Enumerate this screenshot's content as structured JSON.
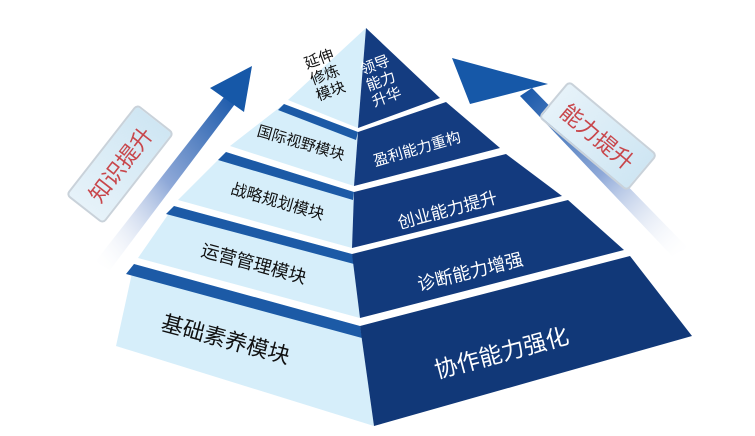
{
  "title": "Knowledge and ability pyramid",
  "colors": {
    "left_face": "#d4ecf8",
    "right_face": "#123a7c",
    "arrow": "#1f5fb0",
    "tag_text": "#c8464b"
  },
  "arrows": {
    "left_label": "知识提升",
    "right_label": "能力提升"
  },
  "tiers": [
    {
      "module_lines": [
        "延伸",
        "修炼",
        "模块"
      ],
      "ability_lines": [
        "领导",
        "能力",
        "升华"
      ]
    },
    {
      "module": "国际视野模块",
      "ability": "盈利能力重构"
    },
    {
      "module": "战略规划模块",
      "ability": "创业能力提升"
    },
    {
      "module": "运营管理模块",
      "ability": "诊断能力增强"
    },
    {
      "module": "基础素养模块",
      "ability": "协作能力强化"
    }
  ]
}
